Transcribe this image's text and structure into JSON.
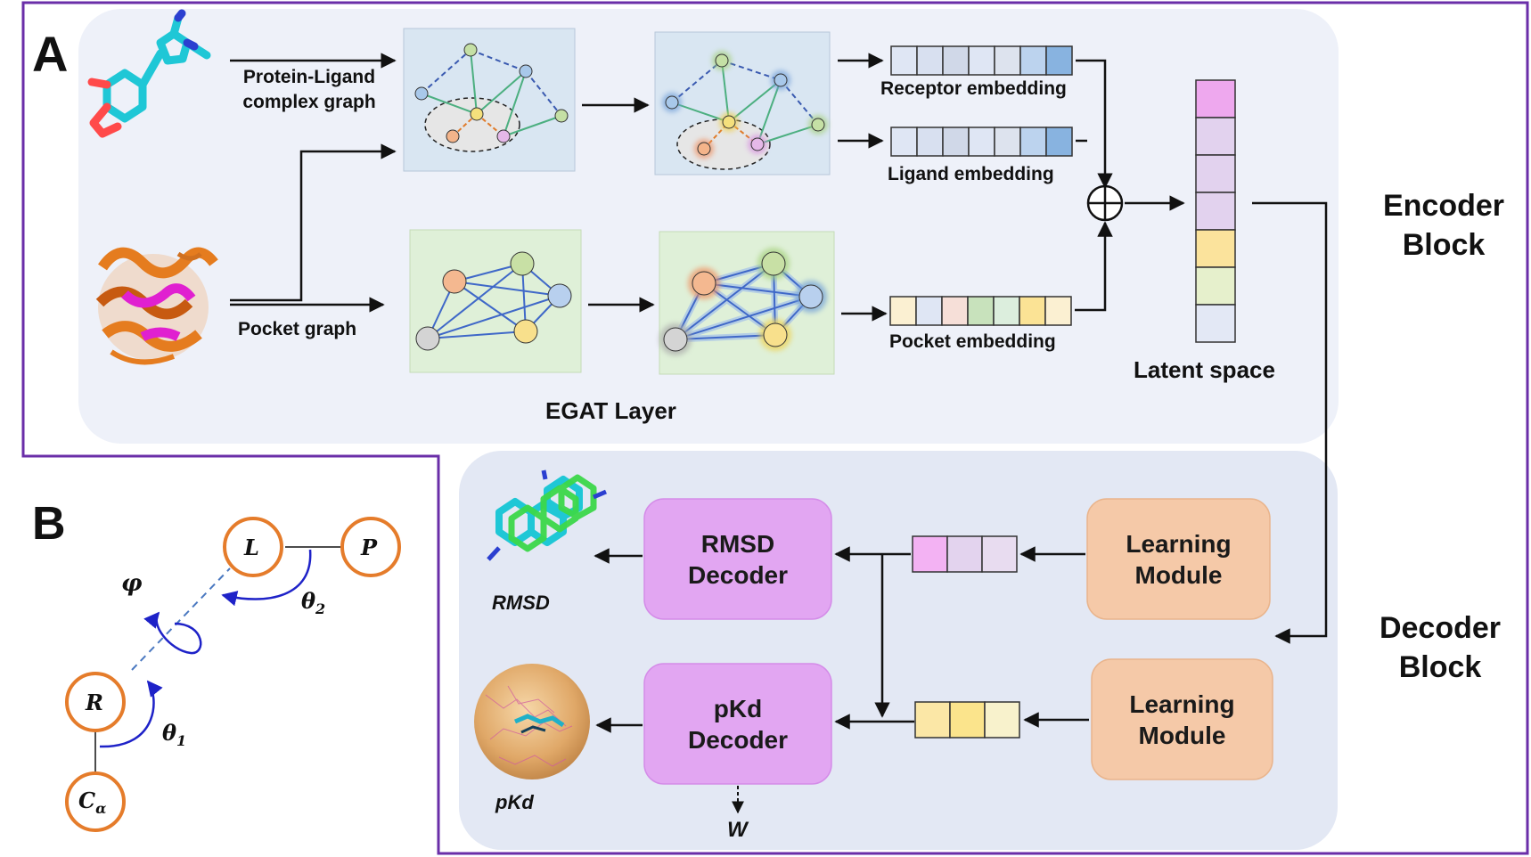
{
  "panels": {
    "a_label": "A",
    "b_label": "B"
  },
  "encoder": {
    "edge_label_1": "Protein-Ligand",
    "edge_label_2": "complex graph",
    "pocket_graph_label": "Pocket graph",
    "egat_label": "EGAT Layer",
    "receptor_embedding": "Receptor embedding",
    "ligand_embedding": "Ligand embedding",
    "pocket_embedding": "Pocket embedding",
    "latent_space": "Latent space",
    "block_title_line1": "Encoder",
    "block_title_line2": "Block"
  },
  "decoder": {
    "block_title_line1": "Decoder",
    "block_title_line2": "Block",
    "rmsd_decoder_line1": "RMSD",
    "rmsd_decoder_line2": "Decoder",
    "pkd_decoder_line1": "pKd",
    "pkd_decoder_line2": "Decoder",
    "learning_module_top_line1": "Learning",
    "learning_module_top_line2": "Module",
    "learning_module_bottom_line1": "Learning",
    "learning_module_bottom_line2": "Module",
    "rmsd_output": "RMSD",
    "pkd_output": "pKd",
    "w_output": "W"
  },
  "geometry_panel": {
    "node_L": "L",
    "node_P": "P",
    "node_R": "R",
    "node_Ca": "C",
    "node_Ca_sub": "α",
    "phi": "φ",
    "theta2": "θ",
    "theta2_sub": "2",
    "theta1": "θ",
    "theta1_sub": "1"
  },
  "colors": {
    "frame_purple": "#6a2ea8",
    "encoder_bg": "#eef1f9",
    "decoder_bg": "#e3e8f4",
    "decoder_box": "#e2a6f2",
    "learning_box": "#f5c9a8",
    "node_orange": "#e57c2b",
    "rotation_blue": "#1e22c8"
  },
  "embeddings": {
    "receptor_cells": [
      "#dfe6f4",
      "#d8e0f0",
      "#d0d8e8",
      "#dfe6f4",
      "#dde3ee",
      "#bcd3ee",
      "#88b3e0"
    ],
    "ligand_cells": [
      "#dfe6f4",
      "#d8e0f0",
      "#d0d8e8",
      "#dfe6f4",
      "#dde3ee",
      "#bcd3ee",
      "#88b3e0"
    ],
    "pocket_cells": [
      "#fbf0d2",
      "#dfe6f4",
      "#f6dfd8",
      "#c8e2bc",
      "#dceedd",
      "#fbe395",
      "#fbf0d2"
    ],
    "latent_cells": [
      "#eea8ee",
      "#e2d2ee",
      "#e2d2ee",
      "#e2d2ee",
      "#fbe39c",
      "#e6f0cc",
      "#e3e8f5"
    ],
    "rmsd_cells": [
      "#f3b2f3",
      "#e3d3ee",
      "#e8dcf0"
    ],
    "pkd_cells": [
      "#fbe7a6",
      "#fbe48c",
      "#f8f2cc"
    ]
  }
}
